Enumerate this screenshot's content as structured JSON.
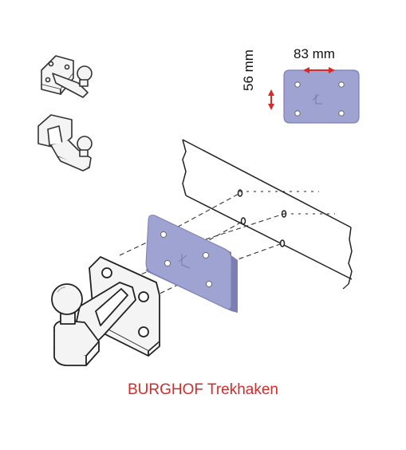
{
  "caption": "BURGHOF Trekhaken",
  "dimensions": {
    "horizontal": "83 mm",
    "vertical": "56 mm"
  },
  "colors": {
    "plate": "#9fa3d1",
    "plate_edge": "#7b7fb3",
    "caption": "#d42b2b",
    "arrow": "#d42b2b",
    "line": "#222222"
  }
}
